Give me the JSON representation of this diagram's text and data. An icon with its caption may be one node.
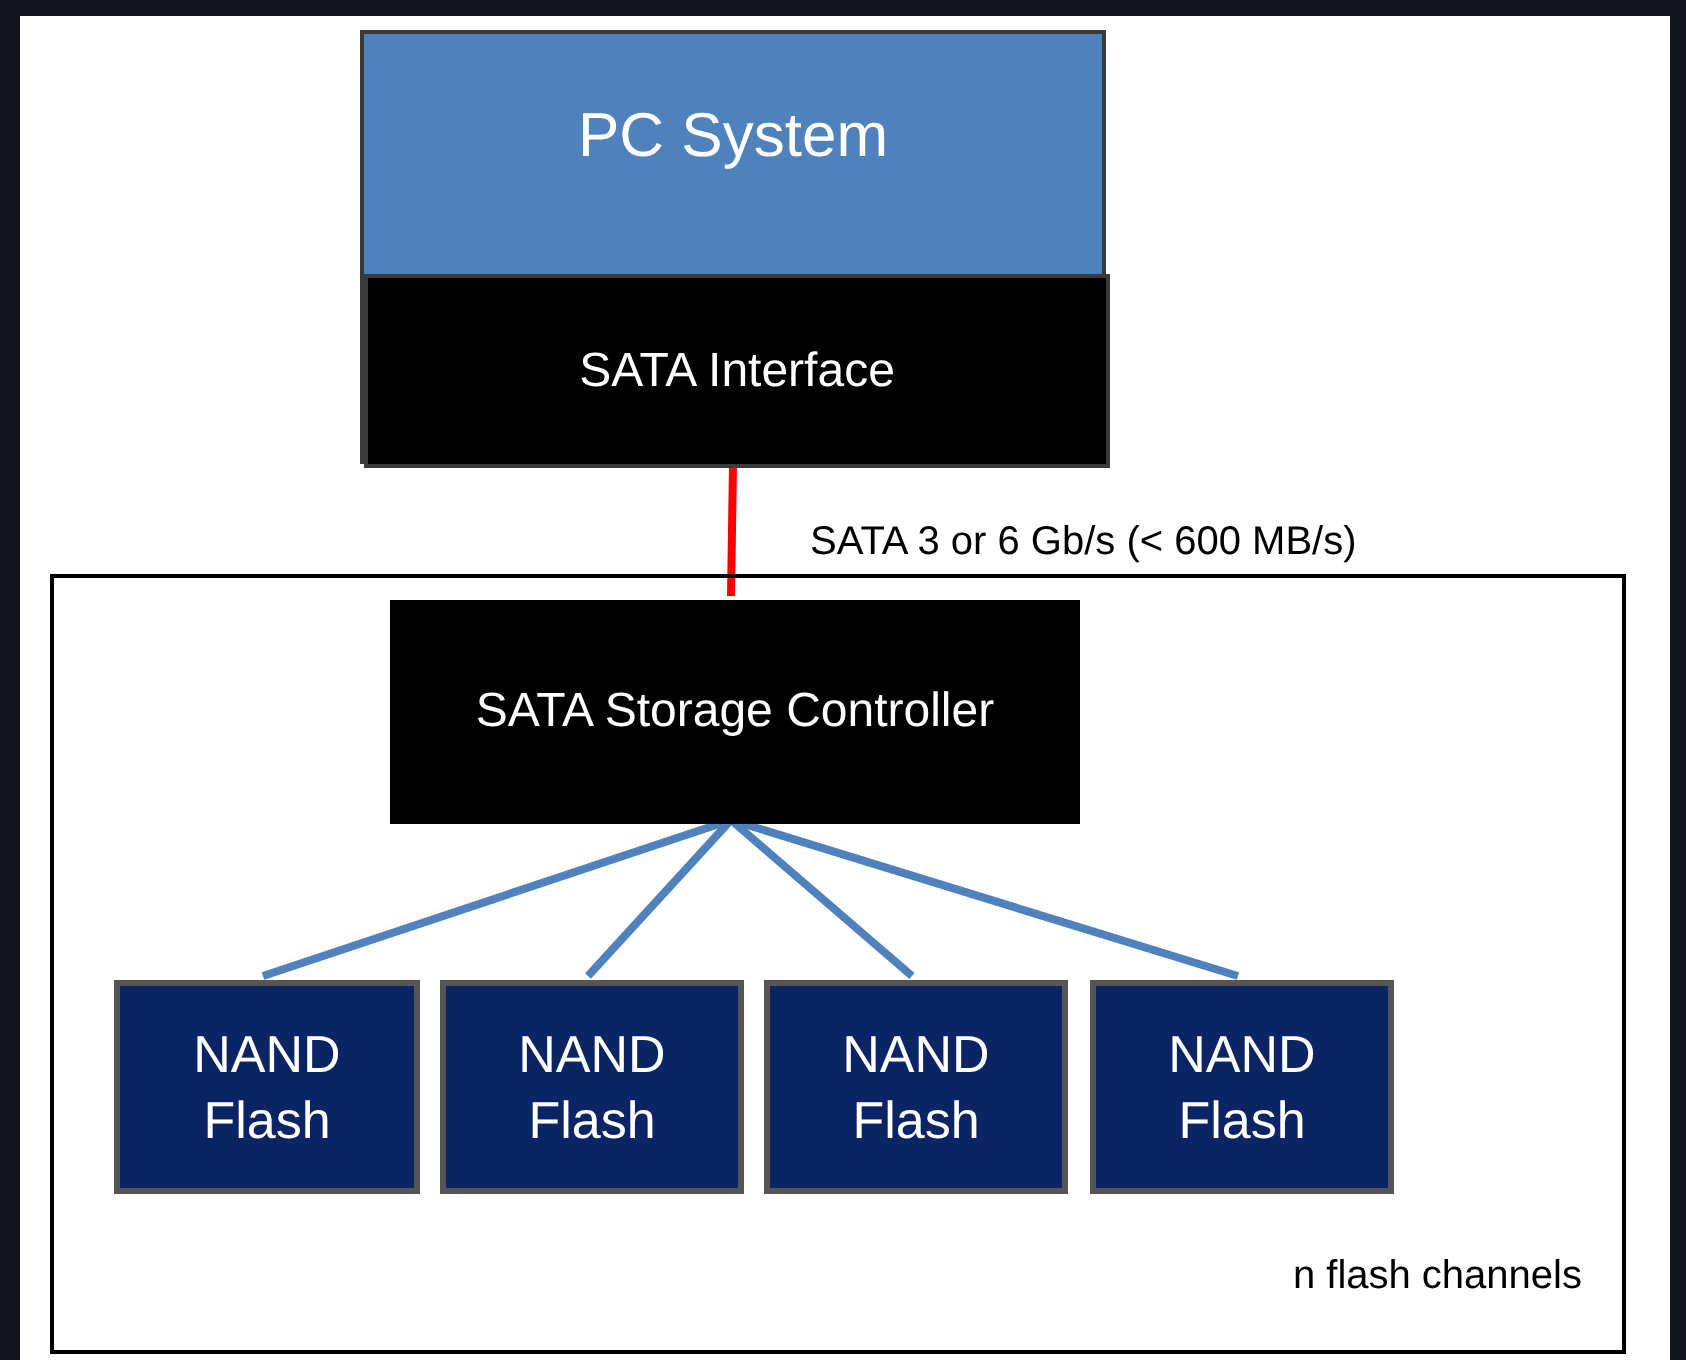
{
  "diagram": {
    "nodes": [
      {
        "text": [
          "PC System"
        ]
      },
      {
        "text": [
          "SATA Interface"
        ],
        "in": 0
      },
      {
        "text": [
          "n flash channels"
        ]
      },
      {
        "text": [
          "SATA Storage Controller"
        ],
        "in": 2
      },
      {
        "text": [
          "NAND Flash"
        ],
        "in": 2
      },
      {
        "text": [
          "NAND Flash"
        ],
        "in": 2
      },
      {
        "text": [
          "NAND Flash"
        ],
        "in": 2
      },
      {
        "text": [
          "NAND Flash"
        ],
        "in": 2
      }
    ],
    "edges": [
      {
        "from": 1,
        "to": 3,
        "arrow": "none",
        "label": "SATA 3 or 6 Gb/s (< 600 MB/s)",
        "color": "#ff0000"
      },
      {
        "from": 3,
        "to": 4,
        "arrow": "none"
      },
      {
        "from": 3,
        "to": 5,
        "arrow": "none"
      },
      {
        "from": 3,
        "to": 6,
        "arrow": "none"
      },
      {
        "from": 3,
        "to": 7,
        "arrow": "none"
      }
    ]
  }
}
